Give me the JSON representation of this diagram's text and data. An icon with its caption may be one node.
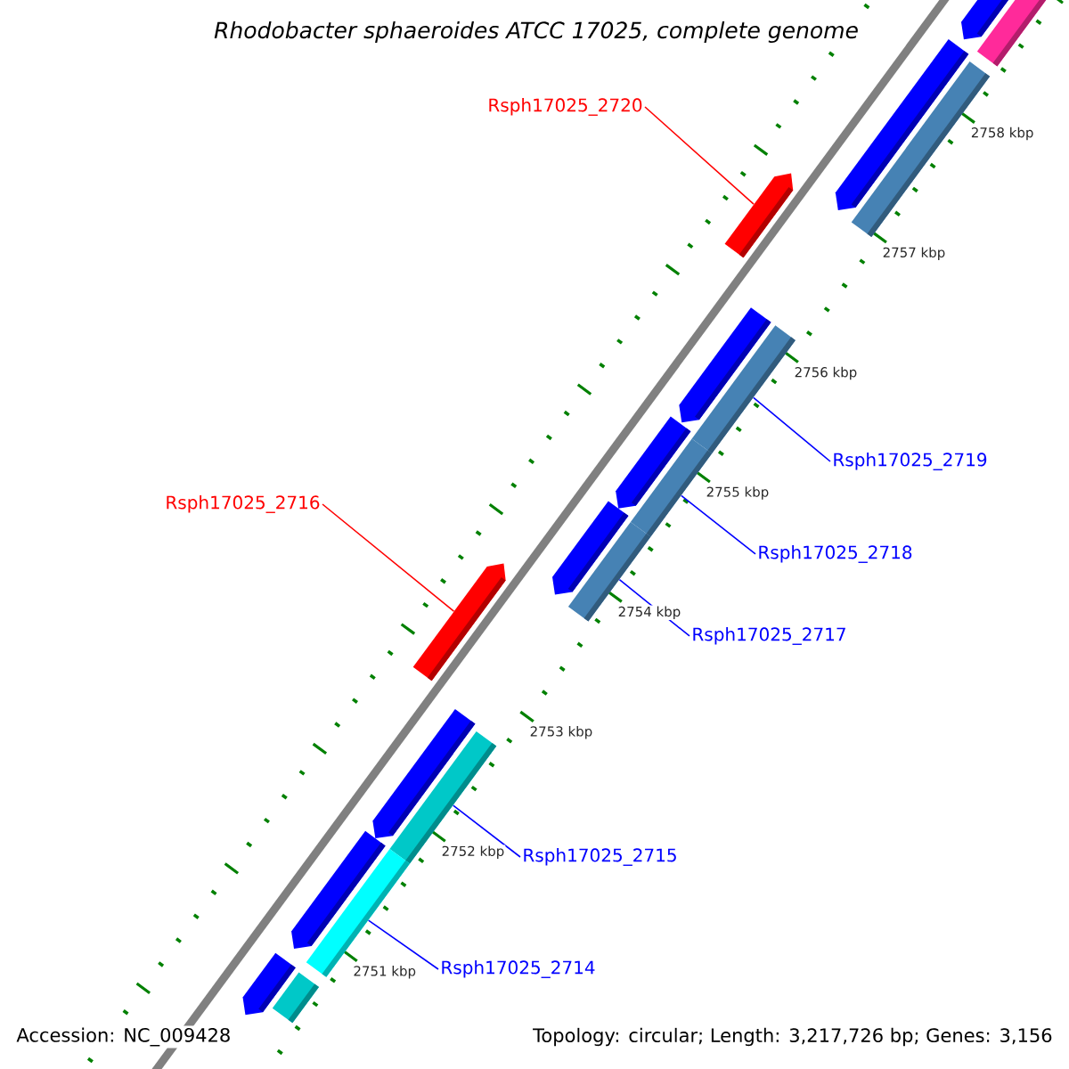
{
  "diagram": {
    "title": "Rhodobacter sphaeroides ATCC 17025, complete genome",
    "nodes": [
      {
        "text": [
          "Rsph17025_2720"
        ]
      },
      {
        "text": [
          "Rsph17025_2716"
        ]
      },
      {
        "text": [
          "Rsph17025_2719"
        ]
      },
      {
        "text": [
          "Rsph17025_2718"
        ]
      },
      {
        "text": [
          "Rsph17025_2717"
        ]
      },
      {
        "text": [
          "Rsph17025_2715"
        ]
      },
      {
        "text": [
          "Rsph17025_2714"
        ]
      },
      {
        "text": [],
        "shape": "bar"
      },
      {
        "text": [],
        "shape": "arrow"
      },
      {
        "text": [],
        "shape": "bar"
      },
      {
        "text": [],
        "shape": "arrow"
      },
      {
        "text": [],
        "shape": "arrow"
      },
      {
        "text": [],
        "shape": "bar"
      },
      {
        "text": [],
        "shape": "arrow"
      },
      {
        "text": [],
        "shape": "arrow"
      },
      {
        "text": [],
        "shape": "bar"
      },
      {
        "text": [],
        "shape": "bar"
      },
      {
        "text": [],
        "shape": "arrow"
      },
      {
        "text": [],
        "shape": "arrow"
      },
      {
        "text": [],
        "shape": "bar"
      },
      {
        "text": [],
        "shape": "arrow"
      },
      {
        "text": [],
        "shape": "arrow"
      },
      {
        "text": [],
        "shape": "bar"
      },
      {
        "text": [],
        "shape": "arrow"
      },
      {
        "text": [],
        "shape": "bar"
      }
    ],
    "edges": [
      {
        "from": 0,
        "to": 11,
        "arrow": "none",
        "color": "#ff0000"
      },
      {
        "from": 1,
        "to": 18,
        "arrow": "none",
        "color": "#ff0000"
      },
      {
        "from": 2,
        "to": 12,
        "arrow": "none"
      },
      {
        "from": 3,
        "to": 15,
        "arrow": "none"
      },
      {
        "from": 4,
        "to": 16,
        "arrow": "none"
      },
      {
        "from": 5,
        "to": 19,
        "arrow": "none"
      },
      {
        "from": 6,
        "to": 22,
        "arrow": "none"
      }
    ],
    "labels": [
      "2758 kbp",
      "2757 kbp",
      "2756 kbp",
      "2755 kbp",
      "2754 kbp",
      "2753 kbp",
      "2752 kbp",
      "2751 kbp",
      "Accession: NC_009428",
      "Topology: circular; Length: 3,217,726 bp; Genes: 3,156"
    ]
  }
}
